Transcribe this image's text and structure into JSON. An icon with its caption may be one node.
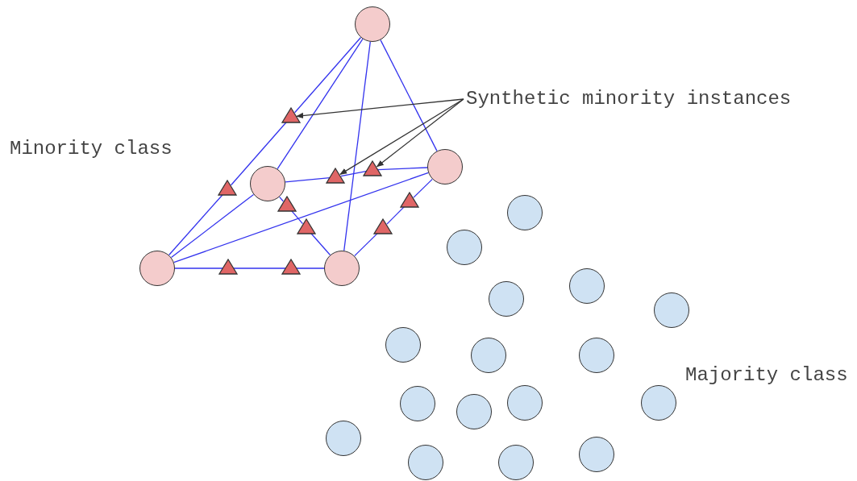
{
  "diagram": {
    "nodes": [
      {
        "text": [],
        "shape": "circle"
      },
      {
        "text": [
          "Synthetic minority instances"
        ]
      },
      {
        "text": [],
        "shape": "triangle"
      },
      {
        "text": [],
        "shape": "circle"
      },
      {
        "text": [],
        "shape": "triangle"
      },
      {
        "text": [],
        "shape": "triangle"
      },
      {
        "text": [],
        "shape": "circle"
      },
      {
        "text": [],
        "shape": "triangle"
      },
      {
        "text": [],
        "shape": "triangle"
      },
      {
        "text": [],
        "shape": "triangle"
      },
      {
        "text": [],
        "shape": "triangle"
      },
      {
        "text": [],
        "shape": "triangle"
      },
      {
        "text": [],
        "shape": "circle"
      },
      {
        "text": [],
        "shape": "triangle"
      },
      {
        "text": [],
        "shape": "triangle"
      },
      {
        "text": [],
        "shape": "circle"
      },
      {
        "text": [],
        "shape": "circle"
      },
      {
        "text": [],
        "shape": "circle"
      },
      {
        "text": [],
        "shape": "circle"
      },
      {
        "text": [],
        "shape": "circle"
      },
      {
        "text": [],
        "shape": "circle"
      },
      {
        "text": [],
        "shape": "circle"
      },
      {
        "text": [],
        "shape": "circle"
      },
      {
        "text": [],
        "shape": "circle"
      },
      {
        "text": [],
        "shape": "circle"
      },
      {
        "text": [],
        "shape": "circle"
      },
      {
        "text": [],
        "shape": "circle"
      },
      {
        "text": [],
        "shape": "circle"
      },
      {
        "text": [],
        "shape": "circle"
      },
      {
        "text": [],
        "shape": "circle"
      },
      {
        "text": [],
        "shape": "circle"
      },
      {
        "text": [],
        "shape": "circle"
      }
    ],
    "edges": [
      {
        "from": 0,
        "to": 2,
        "arrow": "none"
      },
      {
        "from": 2,
        "to": 7,
        "arrow": "none"
      },
      {
        "from": 7,
        "to": 12,
        "arrow": "none"
      },
      {
        "from": 0,
        "to": 6,
        "arrow": "none"
      },
      {
        "from": 0,
        "to": 15,
        "arrow": "none"
      },
      {
        "from": 0,
        "to": 3,
        "arrow": "none"
      },
      {
        "from": 6,
        "to": 5,
        "arrow": "none"
      },
      {
        "from": 5,
        "to": 4,
        "arrow": "none"
      },
      {
        "from": 4,
        "to": 3,
        "arrow": "none"
      },
      {
        "from": 6,
        "to": 8,
        "arrow": "none"
      },
      {
        "from": 8,
        "to": 10,
        "arrow": "none"
      },
      {
        "from": 10,
        "to": 15,
        "arrow": "none"
      },
      {
        "from": 12,
        "to": 6,
        "arrow": "none"
      },
      {
        "from": 12,
        "to": 3,
        "arrow": "none"
      },
      {
        "from": 12,
        "to": 13,
        "arrow": "none"
      },
      {
        "from": 13,
        "to": 14,
        "arrow": "none"
      },
      {
        "from": 14,
        "to": 15,
        "arrow": "none"
      },
      {
        "from": 3,
        "to": 9,
        "arrow": "none"
      },
      {
        "from": 9,
        "to": 11,
        "arrow": "none"
      },
      {
        "from": 11,
        "to": 15,
        "arrow": "none"
      },
      {
        "from": 1,
        "to": 2,
        "arrow": "to",
        "color": "#333333"
      },
      {
        "from": 1,
        "to": 5,
        "arrow": "to",
        "color": "#333333"
      },
      {
        "from": 1,
        "to": 4,
        "arrow": "to",
        "color": "#333333"
      }
    ],
    "labels": [
      "Minority class",
      "Majority class"
    ]
  }
}
